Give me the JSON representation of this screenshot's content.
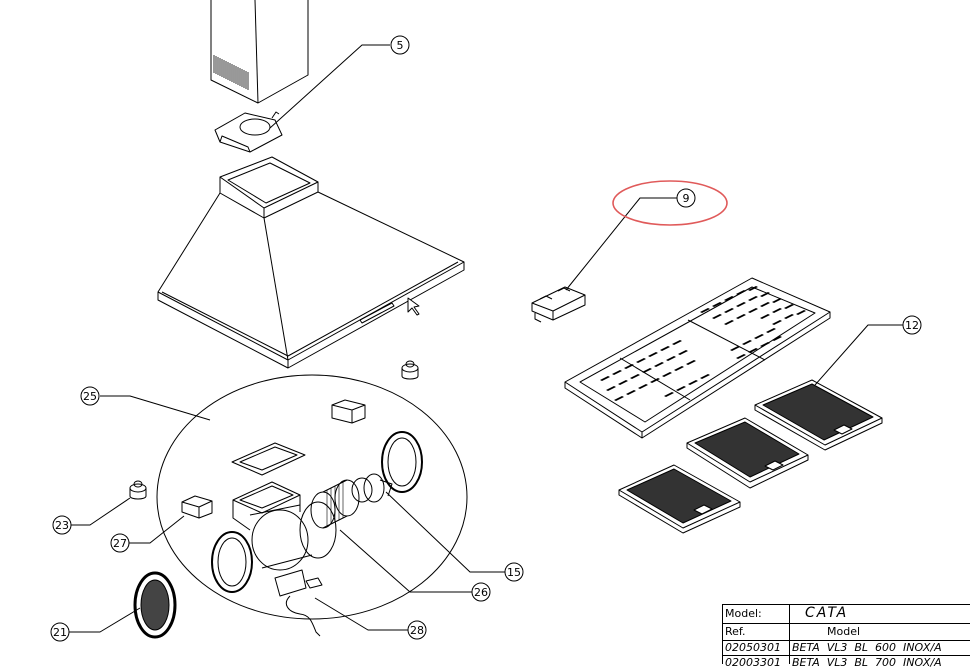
{
  "callouts": [
    {
      "id": "callout-5",
      "label": "5"
    },
    {
      "id": "callout-9",
      "label": "9"
    },
    {
      "id": "callout-12",
      "label": "12"
    },
    {
      "id": "callout-25",
      "label": "25"
    },
    {
      "id": "callout-23",
      "label": "23"
    },
    {
      "id": "callout-27",
      "label": "27"
    },
    {
      "id": "callout-15",
      "label": "15"
    },
    {
      "id": "callout-26",
      "label": "26"
    },
    {
      "id": "callout-21",
      "label": "21"
    },
    {
      "id": "callout-28",
      "label": "28"
    }
  ],
  "table": {
    "model_label": "Model:",
    "model_value": "CATA",
    "ref_header": "Ref.",
    "model_header": "Model",
    "rows": [
      {
        "ref": "02050301",
        "model": "BETA  VL3  BL  600  INOX/A"
      },
      {
        "ref": "02003301",
        "model": "BETA  VL3  BL  700  INOX/A"
      }
    ]
  },
  "colors": {
    "line": "#000000",
    "highlight": "#e05a5a"
  }
}
